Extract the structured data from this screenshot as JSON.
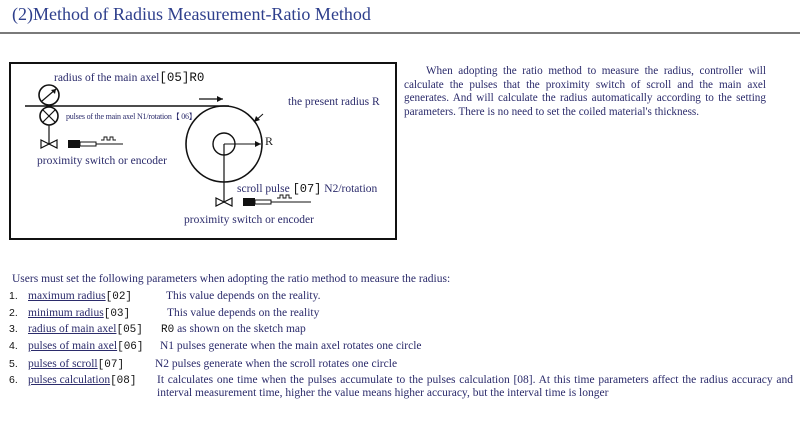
{
  "title": "(2)Method of Radius Measurement-Ratio Method",
  "diagram": {
    "main_axel_label": "radius of the main axel",
    "main_axel_code": "[05]R0",
    "pulses_label": "pulses of the main axel N1/rotation【 06】",
    "present_radius": "the present radius R",
    "r_label": "R",
    "prox_switch_1": "proximity switch or encoder",
    "scroll_pulse_label": "scroll pulse",
    "scroll_pulse_code": "[07]",
    "scroll_pulse_unit": "N2/rotation",
    "prox_switch_2": "proximity switch or encoder",
    "pulse_glyph": "⎍⎍"
  },
  "description": "When adopting the ratio method to measure the radius, controller will calculate the pulses that the proximity switch of scroll and the main axel generates. And will calculate the radius automatically according to the setting parameters. There is no need to set the coiled material's thickness.",
  "intro": "Users must set the following parameters when adopting the ratio method to measure the radius:",
  "params": [
    {
      "num": "1.",
      "label": "maximum radius",
      "code": "[02]",
      "desc": "This value depends on the reality."
    },
    {
      "num": "2.",
      "label": "minimum radius",
      "code": "[03]",
      "desc": "This value depends on the reality"
    },
    {
      "num": "3.",
      "label": "radius of main axel",
      "code": "[05]",
      "desc_code": "R0",
      "desc": "as shown on the sketch map"
    },
    {
      "num": "4.",
      "label": "pulses of main axel",
      "code": "[06]",
      "desc": "N1 pulses generate when the main axel rotates one circle"
    },
    {
      "num": "5.",
      "label": "pulses of scroll",
      "code": "[07]",
      "desc": "N2 pulses generate when the scroll rotates one circle"
    },
    {
      "num": "6.",
      "label": "pulses calculation",
      "code": "[08]",
      "desc": "It calculates one time when the pulses accumulate to the pulses calculation [08]. At this time parameters affect the radius accuracy and interval measurement time, higher the value means higher accuracy, but the interval time is longer"
    }
  ]
}
